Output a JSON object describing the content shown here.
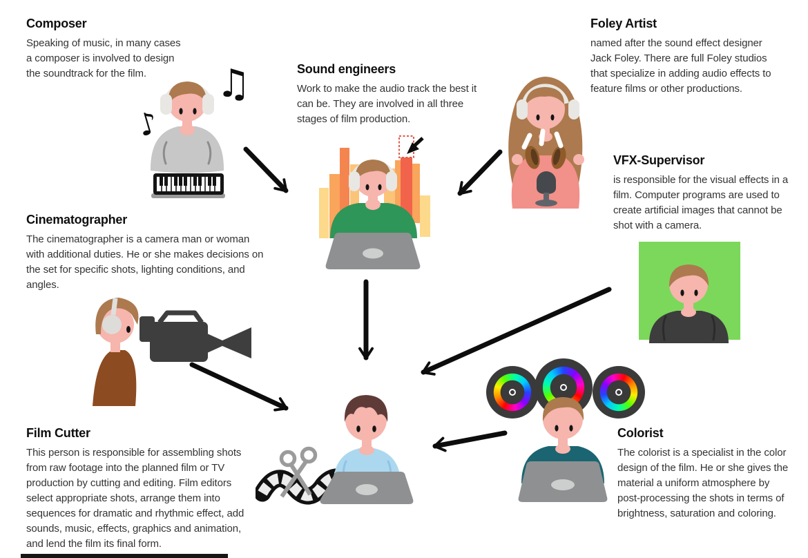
{
  "palette": {
    "skin": "#F6B5AD",
    "hair_light": "#AC7A4E",
    "hair_dark": "#5F3B38",
    "hoodie_gray": "#C7C7C7",
    "sweater_green": "#2E9658",
    "sweater_teal": "#1A6571",
    "sweater_dark": "#3D3D3D",
    "dress_salmon": "#F2908A",
    "robe_brown": "#8C4B21",
    "shirt_blue": "#ACD8EF",
    "laptop_gray": "#8F9091",
    "laptop_logo": "#CDCFCF",
    "green_screen": "#7BD85A",
    "headphone": "#E8E7E3",
    "arrow_black": "#0D0D0D",
    "bar_yellow": "#FCD98B",
    "bar_orange": "#F9A55C",
    "bar_deep": "#F5854F",
    "bar_red": "#F1644B",
    "bar_light": "#FBC478",
    "selection_red": "#E4584C",
    "camera_dark": "#3E3E3E",
    "scissors_gray": "#9B9B9B",
    "mic_gray": "#45484C",
    "mic_base": "#60646A",
    "coconut": "#8F5B2B",
    "coconut_inner": "#5C3A1E"
  },
  "icons": {
    "note_double": "♫",
    "note_single": "♪"
  },
  "roles": {
    "composer": {
      "title": "Composer",
      "lines": [
        "Speaking of music, in many cases",
        "a composer is involved to design",
        "the soundtrack for the film."
      ]
    },
    "sound_engineers": {
      "title": "Sound engineers",
      "lines": [
        "Work to make the audio track the best it",
        "can be. They are involved in all three",
        "stages of film production."
      ]
    },
    "foley_artist": {
      "title": "Foley Artist",
      "lines": [
        "named after the sound effect designer",
        "Jack Foley. There are full Foley studios",
        "that specialize in adding audio effects to",
        "feature films or other productions."
      ]
    },
    "vfx_supervisor": {
      "title": "VFX-Supervisor",
      "lines": [
        "is responsible for the visual effects in a",
        "film. Computer programs are used to",
        "create artificial images that cannot be",
        "shot with a camera."
      ]
    },
    "cinematographer": {
      "title": "Cinematographer",
      "lines": [
        "The cinematographer is a camera man or woman",
        "with additional duties. He or she makes decisions on",
        "the set for specific shots, lighting conditions, and",
        "angles."
      ]
    },
    "film_cutter": {
      "title": "Film Cutter",
      "lines": [
        "This person is responsible for assembling shots",
        "from raw footage into the planned film or TV",
        "production by cutting and editing. Film editors",
        "select appropriate shots, arrange them into",
        "sequences for dramatic and rhythmic effect, add",
        "sounds, music, effects, graphics and animation,",
        "and lend the film its final form."
      ]
    },
    "colorist": {
      "title": "Colorist",
      "lines": [
        "The colorist is a specialist in the color",
        "design of the film. He or she gives the",
        "material a uniform atmosphere by",
        "post-processing the shots in terms of",
        "brightness, saturation and coloring."
      ]
    }
  }
}
